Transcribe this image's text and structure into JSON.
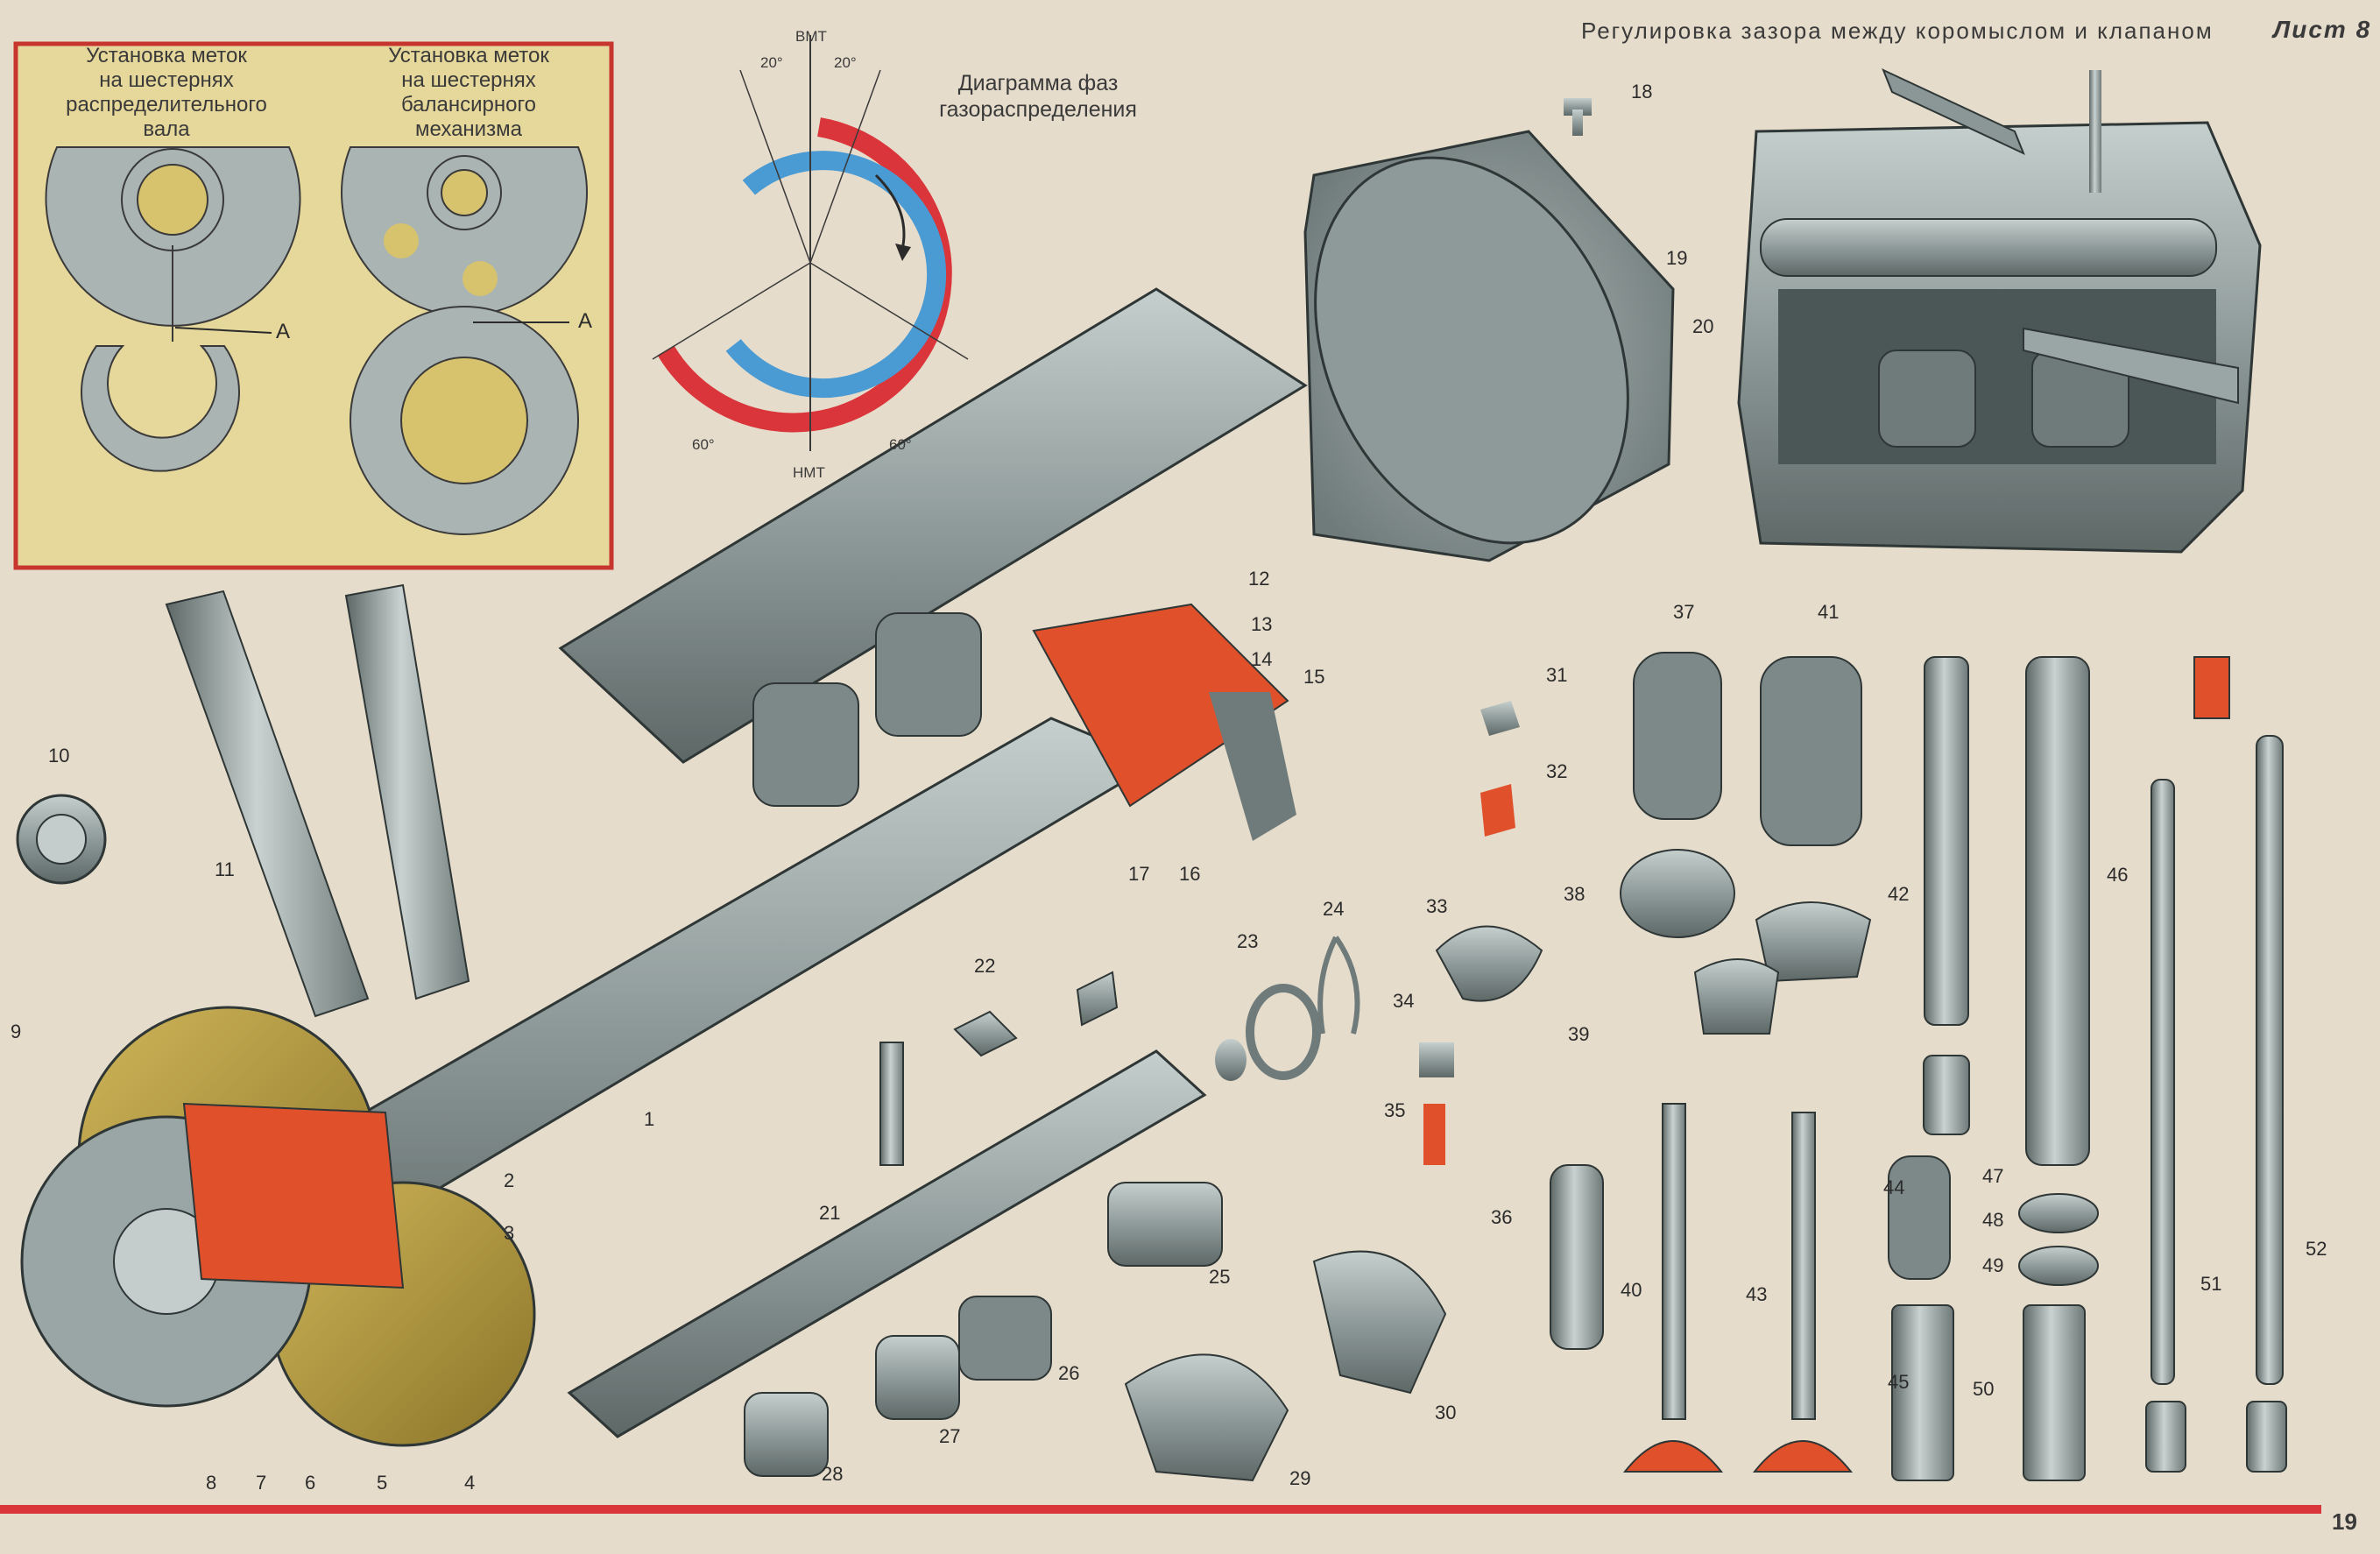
{
  "header": {
    "title": "Регулировка зазора между коромыслом и клапаном",
    "sheet": "Лист 8"
  },
  "inset": {
    "caption_left": [
      "Установка меток",
      "на шестернях",
      "распределительного",
      "вала"
    ],
    "caption_right": [
      "Установка меток",
      "на шестернях",
      "балансирного",
      "механизма"
    ],
    "mark_left": "А",
    "mark_right": "А"
  },
  "timing_diagram": {
    "caption": [
      "Диаграмма фаз",
      "газораспределения"
    ],
    "top_label": "ВМТ",
    "bottom_label": "НМТ",
    "angle_top_left": "20°",
    "angle_top_right": "20°",
    "angle_bottom_left": "60°",
    "angle_bottom_right": "60°",
    "colors": {
      "intake": "#d9353a",
      "exhaust": "#4a9bd4"
    }
  },
  "part_numbers": [
    "1",
    "2",
    "3",
    "4",
    "5",
    "6",
    "7",
    "8",
    "9",
    "10",
    "11",
    "12",
    "13",
    "14",
    "15",
    "16",
    "17",
    "18",
    "19",
    "20",
    "21",
    "22",
    "23",
    "24",
    "25",
    "26",
    "27",
    "28",
    "29",
    "30",
    "31",
    "32",
    "33",
    "34",
    "35",
    "36",
    "37",
    "38",
    "39",
    "40",
    "41",
    "42",
    "43",
    "44",
    "45",
    "46",
    "47",
    "48",
    "49",
    "50",
    "51",
    "52"
  ],
  "page_number": "19",
  "colors": {
    "accent": "#d9353a",
    "metal": "#9aa6a5",
    "cutaway": "#e0502a",
    "gear": "#b69a3a"
  }
}
